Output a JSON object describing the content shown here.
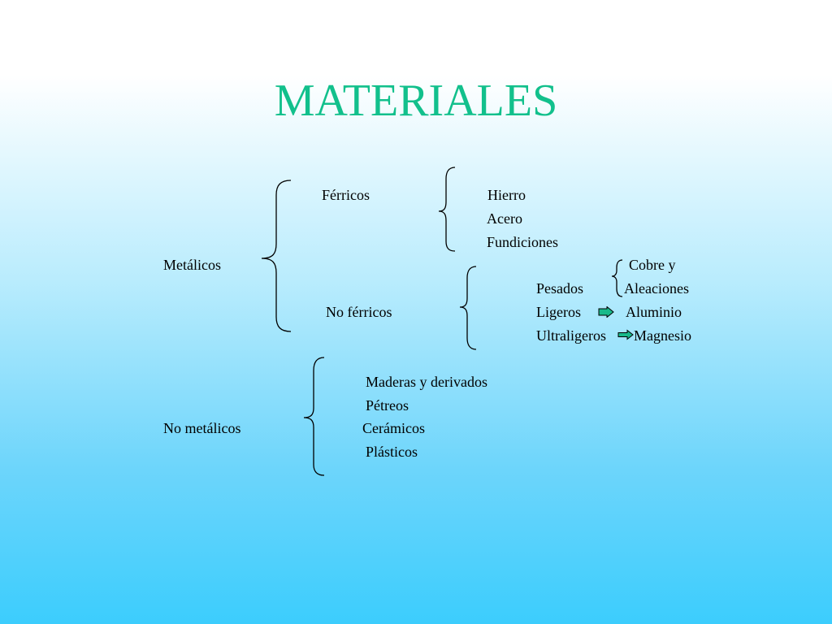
{
  "title": "MATERIALES",
  "metalicos": {
    "label": "Metálicos",
    "ferricos": {
      "label": "Férricos",
      "items": [
        "Hierro",
        "Acero",
        "Fundiciones"
      ]
    },
    "no_ferricos": {
      "label": "No férricos",
      "pesados": {
        "label": "Pesados",
        "items": [
          "Cobre y",
          "Aleaciones"
        ]
      },
      "ligeros": {
        "label": "Ligeros",
        "item": "Aluminio"
      },
      "ultraligeros": {
        "label": "Ultraligeros",
        "item": "Magnesio"
      }
    }
  },
  "no_metalicos": {
    "label": "No metálicos",
    "items": [
      "Maderas y derivados",
      "Pétreos",
      "Cerámicos",
      "Plásticos"
    ]
  },
  "colors": {
    "title": "#12c08c",
    "arrow_fill": "#19b98a",
    "arrow_stroke": "#000000",
    "background_top": "#ffffff",
    "background_bottom": "#3ccdfd"
  }
}
